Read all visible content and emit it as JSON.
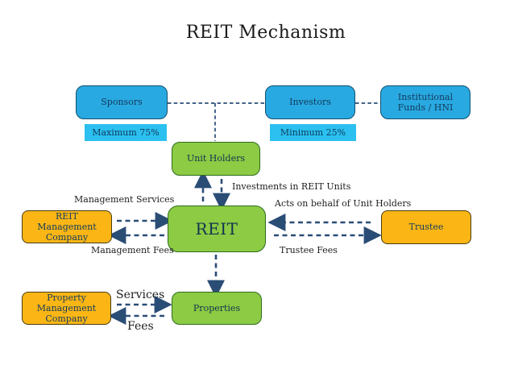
{
  "title": "REIT Mechanism",
  "colors": {
    "blue": "#29a9e1",
    "cyan": "#2bc0ef",
    "green": "#8ccb43",
    "orange": "#fbb615",
    "navy": "#2a4d76"
  },
  "boxes": {
    "sponsors": {
      "label": "Sponsors"
    },
    "investors": {
      "label": "Investors"
    },
    "institutional": {
      "lines": [
        "Institutional",
        "Funds / HNI"
      ]
    },
    "unit_holders": {
      "label": "Unit Holders"
    },
    "reit": {
      "label": "REIT"
    },
    "reit_management": {
      "lines": [
        "REIT",
        "Management",
        "Company"
      ]
    },
    "trustee": {
      "label": "Trustee"
    },
    "property_management": {
      "lines": [
        "Property",
        "Management",
        "Company"
      ]
    },
    "properties": {
      "label": "Properties"
    }
  },
  "tags": {
    "maximum": "Maximum 75%",
    "minimum": "Minimum 25%"
  },
  "edge_labels": {
    "investments": "Investments in REIT Units",
    "management_services": "Management Services",
    "acts_on_behalf": "Acts on behalf of Unit Holders",
    "management_fees": "Management Fees",
    "trustee_fees": "Trustee Fees",
    "services": "Services",
    "fees": "Fees"
  }
}
